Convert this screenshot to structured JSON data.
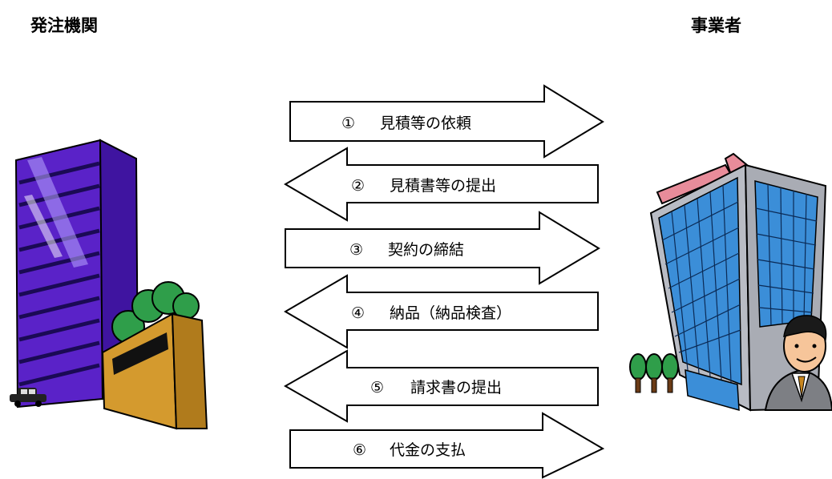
{
  "parties": {
    "ordering_agency": "発注機関",
    "business_operator": "事業者"
  },
  "steps": [
    {
      "number": "①",
      "label": "見積等の依頼",
      "direction": "right"
    },
    {
      "number": "②",
      "label": "見積書等の提出",
      "direction": "left"
    },
    {
      "number": "③",
      "label": "契約の締結",
      "direction": "right"
    },
    {
      "number": "④",
      "label": "納品（納品検査）",
      "direction": "left"
    },
    {
      "number": "⑤",
      "label": "請求書の提出",
      "direction": "left"
    },
    {
      "number": "⑥",
      "label": "代金の支払",
      "direction": "right"
    }
  ],
  "colors": {
    "agency_building": "#5a22c8",
    "agency_annex": "#d49a2e",
    "tree_green": "#2f9e4a",
    "operator_glass": "#3b8ed8",
    "operator_frame": "#b9bcc4",
    "operator_roof": "#e88c9a",
    "arrow_fill": "#ffffff",
    "arrow_stroke": "#000000"
  }
}
